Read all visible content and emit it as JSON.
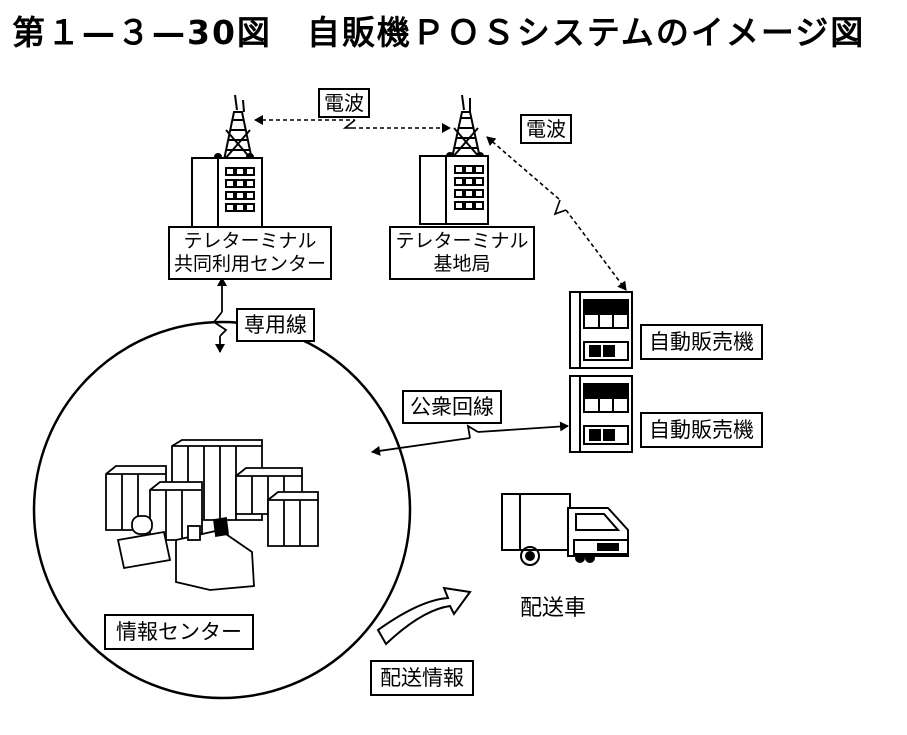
{
  "title": "第１—３—30図　自販機ＰＯＳシステムのイメージ図",
  "labels": {
    "radio_wave_1": "電波",
    "radio_wave_2": "電波",
    "telematics_shared_center": [
      "テレターミナル",
      "共同利用センター"
    ],
    "telematics_base_station": [
      "テレターミナル",
      "基地局"
    ],
    "dedicated_line": "専用線",
    "public_line": "公衆回線",
    "vending_machine_1": "自動販売機",
    "vending_machine_2": "自動販売機",
    "information_center": "情報センター",
    "delivery_vehicle": "配送車",
    "delivery_info": "配送情報"
  }
}
